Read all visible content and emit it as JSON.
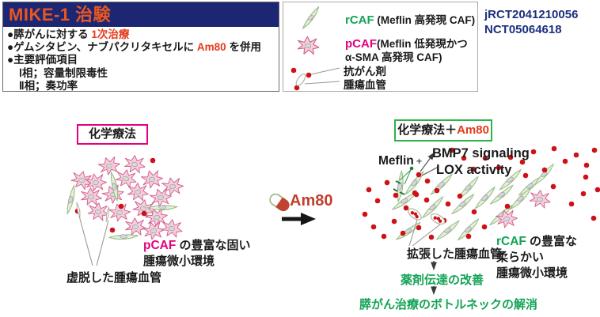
{
  "figure": {
    "info_box": {
      "title": "MIKE-1 治験",
      "b1_pre": "●膵がんに対する ",
      "b1_red": "1次治療",
      "b2_pre": "●ゲムシタビン、ナブパクリタキセルに ",
      "b2_red": "Am80",
      "b2_post": " を併用",
      "b3": "●主要評価項目",
      "b4": "Ⅰ相；容量制限毒性",
      "b5": "Ⅱ相；奏功率"
    },
    "legend": {
      "rcaf_name": "rCAF",
      "rcaf_desc": " (Meflin 高発現 CAF)",
      "pcaf_name": "pCAF",
      "pcaf_desc1": "(Meflin 低発現かつ",
      "pcaf_desc2": "α-SMA 高発現 CAF)",
      "drug_label": "抗がん剤",
      "vessel_label": "腫瘍血管"
    },
    "registry": {
      "id1": "jRCT2041210056",
      "id2": "NCT05064618"
    },
    "left": {
      "title": "化学療法",
      "cap_name": "pCAF",
      "cap_rest": " の豊富な固い",
      "cap_line2": "腫瘍微小環境",
      "vessel_note": "虚脱した腫瘍血管"
    },
    "center": {
      "drug": "Am80"
    },
    "right": {
      "title_pre": "化学療法＋",
      "title_red": "Am80",
      "meflin": "Meflin",
      "plus": "+",
      "bmp7": "BMP7 signaling",
      "lox": "LOX activity",
      "vessel_note": "拡張した腫瘍血管",
      "improvement": "薬剤伝達の改善",
      "outcome": "膵がん治療のボトルネックの解消",
      "cap_name": "rCAF",
      "cap_rest": " の豊富な",
      "cap_line2": "柔らかい",
      "cap_line3": "腫瘍微小環境"
    },
    "colors": {
      "navy": "#1d2673",
      "title_orange": "#e8571f",
      "accent_red": "#e43a1a",
      "magenta": "#e4007f",
      "green_text": "#14a356",
      "green_border": "#2cb34a",
      "brick": "#c2402e",
      "dot_red": "#ce1117",
      "registry_blue": "#1c2f7d"
    },
    "icons": {
      "rcaf_cell": "rcaf-cell-icon",
      "pcaf_cell": "pcaf-cell-icon",
      "drug_dot": "drug-dot-icon",
      "collapsed_vessel": "collapsed-vessel-icon",
      "dilated_vessel": "dilated-vessel-icon",
      "capsule": "capsule-icon",
      "right_arrow": "right-arrow-icon",
      "down_arrow": "down-arrow-icon",
      "activation_arrow": "activation-arrow-icon",
      "inhibition_bar": "inhibition-bar-icon"
    }
  }
}
